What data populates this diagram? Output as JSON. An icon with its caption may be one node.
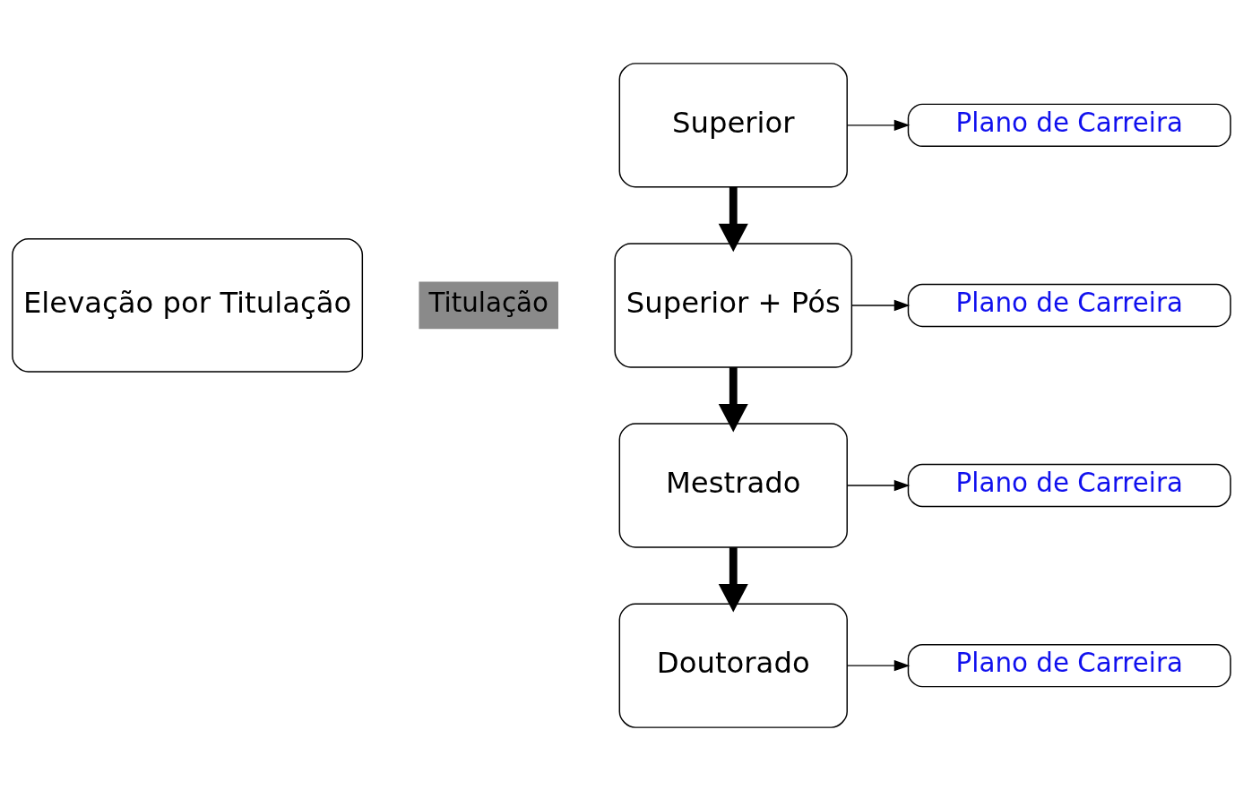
{
  "diagram": {
    "nodes": [
      {
        "text": [
          "Elevação por Titulação"
        ]
      },
      {
        "text": [
          "Superior"
        ]
      },
      {
        "text": [
          "Superior + Pós"
        ]
      },
      {
        "text": [
          "Mestrado"
        ]
      },
      {
        "text": [
          "Doutorado"
        ]
      },
      {
        "text": [
          "Plano de Carreira"
        ]
      },
      {
        "text": [
          "Plano de Carreira"
        ]
      },
      {
        "text": [
          "Plano de Carreira"
        ]
      },
      {
        "text": [
          "Plano de Carreira"
        ]
      }
    ],
    "edges": [
      {
        "from": 1,
        "to": 2,
        "arrow": "to",
        "style": "thick"
      },
      {
        "from": 2,
        "to": 3,
        "arrow": "to",
        "style": "thick"
      },
      {
        "from": 3,
        "to": 4,
        "arrow": "to",
        "style": "thick"
      },
      {
        "from": 1,
        "to": 5,
        "arrow": "to"
      },
      {
        "from": 2,
        "to": 6,
        "arrow": "to"
      },
      {
        "from": 3,
        "to": 7,
        "arrow": "to"
      },
      {
        "from": 4,
        "to": 8,
        "arrow": "to"
      }
    ],
    "labels": [
      "Titulação"
    ]
  }
}
